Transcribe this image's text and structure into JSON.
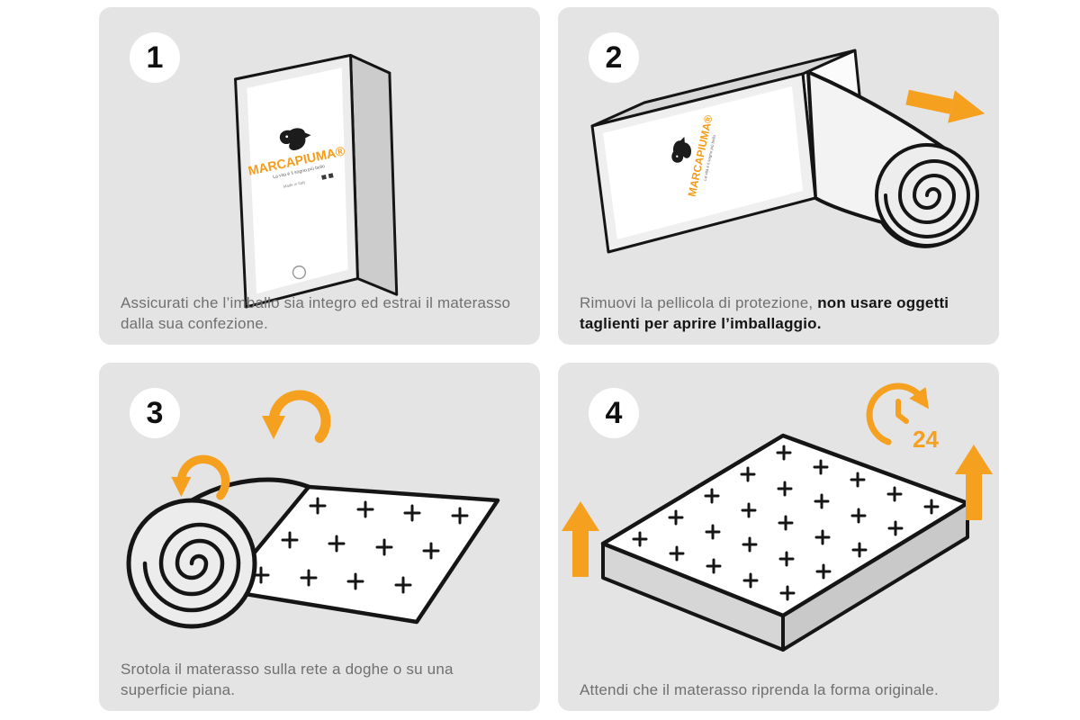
{
  "page": {
    "background": "#ffffff",
    "panel_background": "#e4e4e4"
  },
  "accent_color": "#F5A01E",
  "brand": {
    "name": "MARCAPIUMA®",
    "tagline": "La vita è il sogno più bello",
    "info": "Made in Italy",
    "color": "#F59C1A"
  },
  "panels": [
    {
      "number": "1",
      "caption_normal": "Assicurati che l’imballo sia integro ed estrai il materasso dalla sua confezione.",
      "caption_bold": ""
    },
    {
      "number": "2",
      "caption_normal": "Rimuovi la pellicola di protezione, ",
      "caption_bold": "non usare oggetti taglienti per aprire l’imballaggio."
    },
    {
      "number": "3",
      "caption_normal": "Srotola il materasso sulla rete a doghe o su una superficie piana.",
      "caption_bold": ""
    },
    {
      "number": "4",
      "caption_normal": "Attendi che il materasso riprenda la forma originale.",
      "caption_bold": "",
      "clock_label": "24"
    }
  ]
}
